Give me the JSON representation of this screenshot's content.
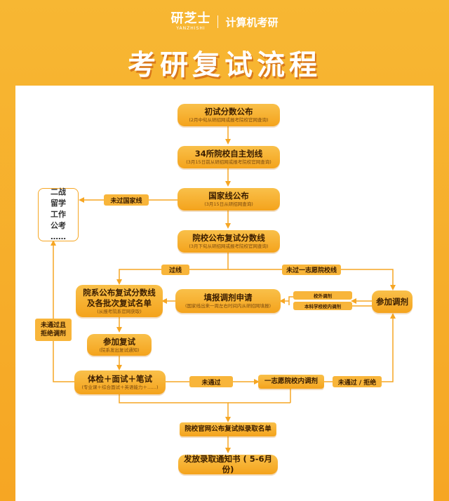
{
  "header": {
    "logo_cn": "研芝士",
    "logo_en": "YANZHISHI",
    "subtitle": "计算机考研",
    "title": "考研复试流程"
  },
  "nodes": {
    "n1": {
      "title": "初试分数公布",
      "sub": "(2月中旬从研招网或报考院校官网查询)"
    },
    "n2": {
      "title": "34所院校自主划线",
      "sub": "(3月15日前从研招网或报考院校官网查询)"
    },
    "n3": {
      "title": "国家线公布",
      "sub": "(3月15日从研招网查询)"
    },
    "n4": {
      "title": "院校公布复试分数线",
      "sub": "(3月下旬从研招网或报考院校官网查询)"
    },
    "n5": {
      "title1": "院系公布复试分数线",
      "title2": "及各批次复试名单",
      "sub": "(从报考院系官网获取)"
    },
    "n6": {
      "title": "填报调剂申请",
      "sub": "(国家线出来一周左右时间内从研招网填报)"
    },
    "n7": {
      "title": "参加调剂"
    },
    "n8": {
      "title": "参加复试",
      "sub": "(院系发出复试通知)"
    },
    "n9": {
      "title": "体检＋面试＋笔试",
      "sub": "(专业课＋综合面试＋英语能力＋……)"
    },
    "n10": {
      "title": "一志愿院校内调剂"
    },
    "n11": {
      "title": "院校官网公布复试拟录取名单"
    },
    "n12": {
      "title": "发放录取通知书 ( 5-6月份)"
    }
  },
  "side_options": [
    "二战",
    "留学",
    "工作",
    "公考",
    "……"
  ],
  "labels": {
    "not_national": "未过国家线",
    "pass": "过线",
    "not_first_choice": "未过一志愿院校线",
    "outside_adjust": "校外调剂",
    "inside_adjust": "本科学校校内调剂",
    "fail": "未通过",
    "fail_refuse": "未通过 / 拒绝",
    "fail_reject_1": "未通过且",
    "fail_reject_2": "拒绝调剂"
  },
  "colors": {
    "background": "#f6a623",
    "node": "#f4a31c",
    "line": "#f6a623",
    "panel": "#ffffff"
  }
}
